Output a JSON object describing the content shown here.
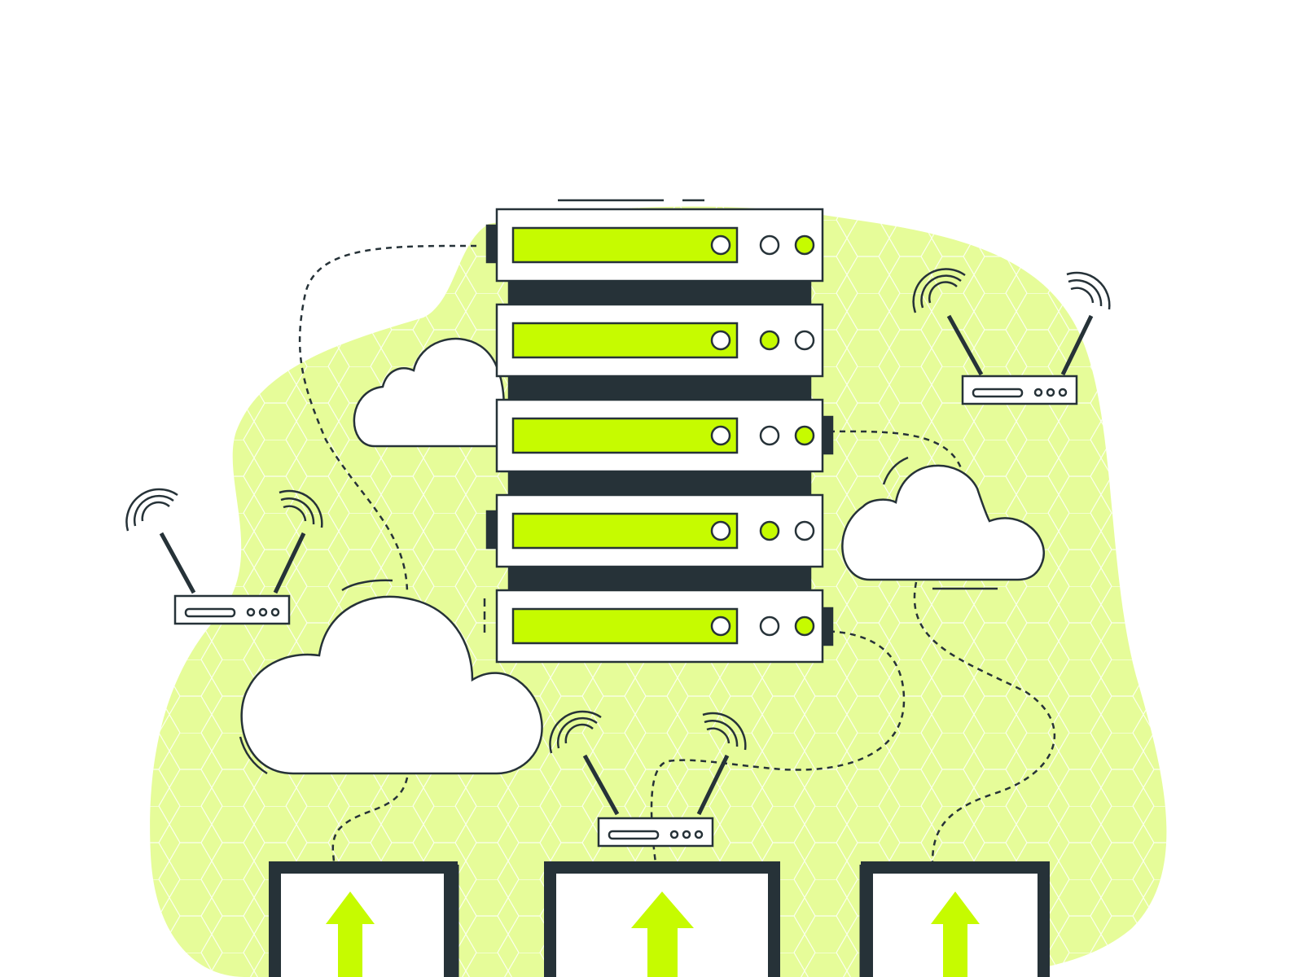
{
  "scene": {
    "subject": "server-rack-network",
    "colors": {
      "background": "#ffffff",
      "blob": "#e6fc99",
      "accent": "#c6fb00",
      "outline": "#263238",
      "hex_pattern": "#ffffff"
    },
    "server_units": 5,
    "clouds": 3,
    "routers": 3,
    "upload_screens": 3,
    "icons": [
      "server-rack-icon",
      "cloud-icon",
      "wifi-router-icon",
      "upload-arrow-icon"
    ]
  }
}
